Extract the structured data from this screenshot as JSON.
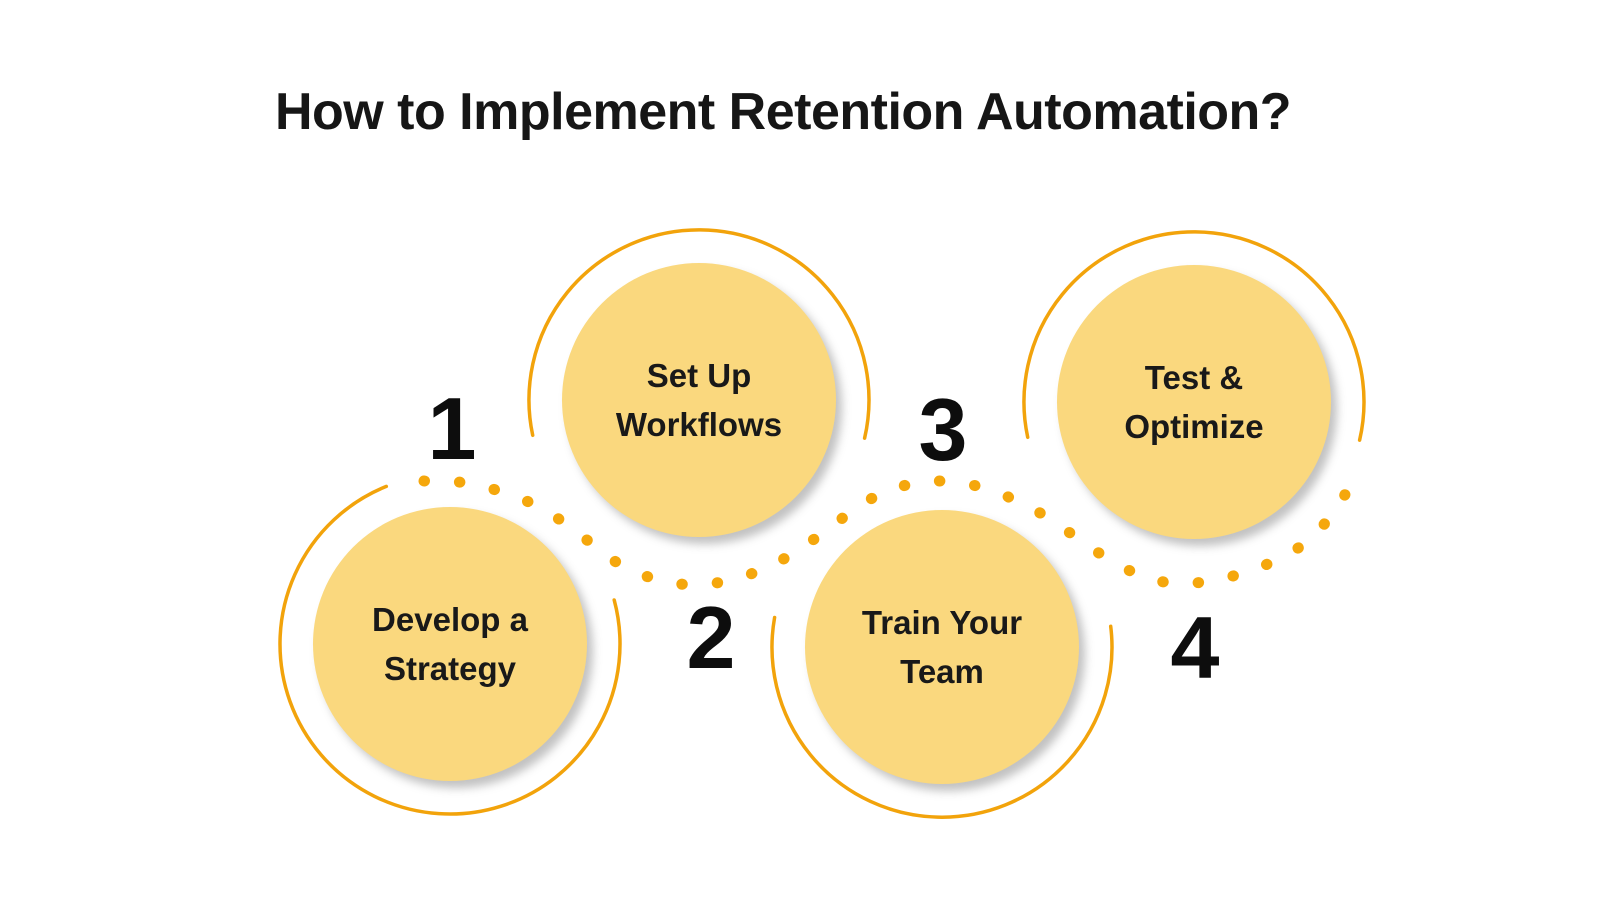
{
  "title": "How to Implement Retention Automation?",
  "steps": [
    {
      "number": "1",
      "line1": "Develop a",
      "line2": "Strategy"
    },
    {
      "number": "2",
      "line1": "Set Up",
      "line2": "Workflows"
    },
    {
      "number": "3",
      "line1": "Train Your",
      "line2": "Team"
    },
    {
      "number": "4",
      "line1": "Test &",
      "line2": "Optimize"
    }
  ],
  "colors": {
    "background": "#FFFFFF",
    "circle_fill": "#FAD87E",
    "ring_stroke": "#F2A30B",
    "dot_stroke": "#F5A70C",
    "title_text": "#161616",
    "step_text": "#191919",
    "number_text": "#0D0D0D"
  }
}
